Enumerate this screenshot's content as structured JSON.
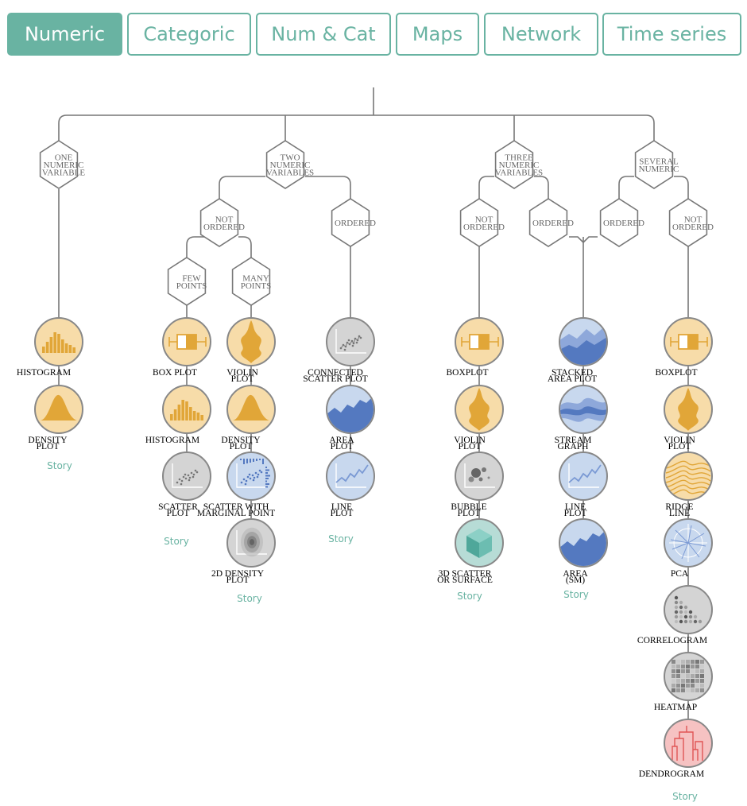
{
  "tabs": [
    {
      "label": "Numeric",
      "active": true
    },
    {
      "label": "Categoric",
      "active": false
    },
    {
      "label": "Num & Cat",
      "active": false
    },
    {
      "label": "Maps",
      "active": false
    },
    {
      "label": "Network",
      "active": false
    },
    {
      "label": "Time series",
      "active": false
    }
  ],
  "colors": {
    "accent": "#69b3a2",
    "line": "#777777",
    "orange_fill": "#f7dca9",
    "orange_dark": "#e1a638",
    "blue_fill": "#c8d8ee",
    "blue_dark": "#5479c0",
    "grey_fill": "#d4d4d4",
    "teal_fill": "#b7dcd6",
    "red_fill": "#f6c2c2"
  },
  "hexagons": {
    "one_numeric": [
      "ONE",
      "NUMERIC",
      "VARIABLE"
    ],
    "two_numeric": [
      "TWO",
      "NUMERIC",
      "VARIABLES"
    ],
    "not_ordered_a": [
      "NOT",
      "ORDERED"
    ],
    "ordered_a": [
      "ORDERED"
    ],
    "few_points": [
      "FEW",
      "POINTS"
    ],
    "many_points": [
      "MANY",
      "POINTS"
    ],
    "three_numeric": [
      "THREE",
      "NUMERIC",
      "VARIABLES"
    ],
    "not_ordered_b": [
      "NOT",
      "ORDERED"
    ],
    "ordered_b": [
      "ORDERED"
    ],
    "several_numeric": [
      "SEVERAL",
      "NUMERIC"
    ],
    "ordered_c": [
      "ORDERED"
    ],
    "not_ordered_c": [
      "NOT",
      "ORDERED"
    ]
  },
  "leaves": {
    "histogram_1": [
      "HISTOGRAM"
    ],
    "density_1": [
      "DENSITY",
      "PLOT"
    ],
    "boxplot_1": [
      "BOX PLOT"
    ],
    "histogram_2": [
      "HISTOGRAM"
    ],
    "scatter_1": [
      "SCATTER",
      "PLOT"
    ],
    "violin_1": [
      "VIOLIN",
      "PLOT"
    ],
    "density_2": [
      "DENSITY",
      "PLOT"
    ],
    "scatter_marginal": [
      "SCATTER WITH",
      "MARGINAL POINT"
    ],
    "density_2d": [
      "2D DENSITY",
      "PLOT"
    ],
    "connected_scatter": [
      "CONNECTED",
      "SCATTER PLOT"
    ],
    "area_1": [
      "AREA",
      "PLOT"
    ],
    "line_1": [
      "LINE",
      "PLOT"
    ],
    "boxplot_2": [
      "BOXPLOT"
    ],
    "violin_2": [
      "VIOLIN",
      "PLOT"
    ],
    "bubble": [
      "BUBBLE",
      "PLOT"
    ],
    "scatter_3d": [
      "3D SCATTER",
      "OR SURFACE"
    ],
    "stacked_area": [
      "STACKED",
      "AREA PLOT"
    ],
    "stream_graph": [
      "STREAM",
      "GRAPH"
    ],
    "line_2": [
      "LINE",
      "PLOT"
    ],
    "area_sm": [
      "AREA",
      "(SM)"
    ],
    "boxplot_3": [
      "BOXPLOT"
    ],
    "violin_3": [
      "VIOLIN",
      "PLOT"
    ],
    "ridgeline": [
      "RIDGE",
      "LINE"
    ],
    "pca": [
      "PCA"
    ],
    "correlogram": [
      "CORRELOGRAM"
    ],
    "heatmap": [
      "HEATMAP"
    ],
    "dendrogram": [
      "DENDROGRAM"
    ]
  },
  "story_label": "Story"
}
